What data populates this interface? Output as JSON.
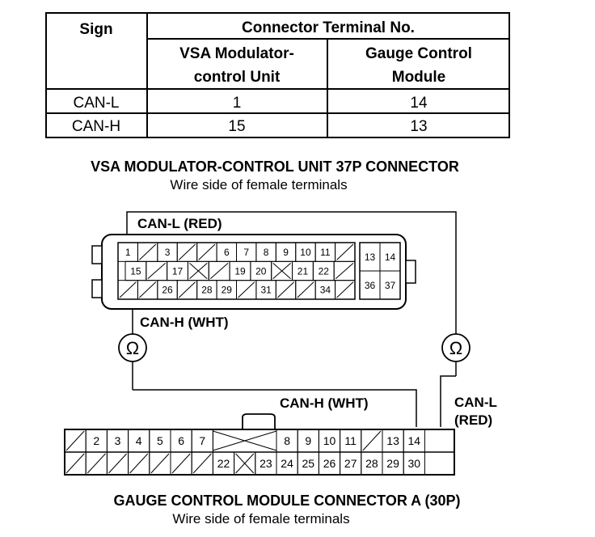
{
  "table": {
    "header_sign": "Sign",
    "header_connector": "Connector Terminal No.",
    "col_vsa_line1": "VSA Modulator-",
    "col_vsa_line2": "control Unit",
    "col_gauge_line1": "Gauge Control",
    "col_gauge_line2": "Module",
    "rows": [
      {
        "sign": "CAN-L",
        "vsa": "1",
        "gauge": "14"
      },
      {
        "sign": "CAN-H",
        "vsa": "15",
        "gauge": "13"
      }
    ]
  },
  "vsa_connector": {
    "title": "VSA MODULATOR-CONTROL UNIT 37P CONNECTOR",
    "subtitle": "Wire side of female terminals",
    "row1": [
      "1",
      "",
      "3",
      "",
      "",
      "6",
      "7",
      "8",
      "9",
      "10",
      "11",
      ""
    ],
    "row2": [
      "15",
      "",
      "17",
      "X",
      "",
      "19",
      "20",
      "X",
      "21",
      "22",
      ""
    ],
    "row3": [
      "",
      "",
      "26",
      "",
      "28",
      "29",
      "",
      "31",
      "",
      "",
      "34",
      ""
    ],
    "right_block": [
      [
        "13",
        "14"
      ],
      [
        "36",
        "37"
      ]
    ]
  },
  "gauge_connector": {
    "title": "GAUGE CONTROL MODULE CONNECTOR A (30P)",
    "subtitle": "Wire side of female terminals",
    "top_left": [
      "",
      "2",
      "3",
      "4",
      "5",
      "6",
      "7"
    ],
    "top_right": [
      "8",
      "9",
      "10",
      "11",
      "",
      "13",
      "14"
    ],
    "bottom_left": [
      "",
      "",
      "",
      "",
      "",
      "",
      "",
      "22",
      "X",
      "23"
    ],
    "bottom_right": [
      "24",
      "25",
      "26",
      "27",
      "28",
      "29",
      "30"
    ]
  },
  "wires": {
    "can_l_top": "CAN-L (RED)",
    "can_h_top": "CAN-H (WHT)",
    "can_h_bottom": "CAN-H (WHT)",
    "can_l_right_line1": "CAN-L",
    "can_l_right_line2": "(RED)",
    "ohm_symbol": "Ω"
  }
}
